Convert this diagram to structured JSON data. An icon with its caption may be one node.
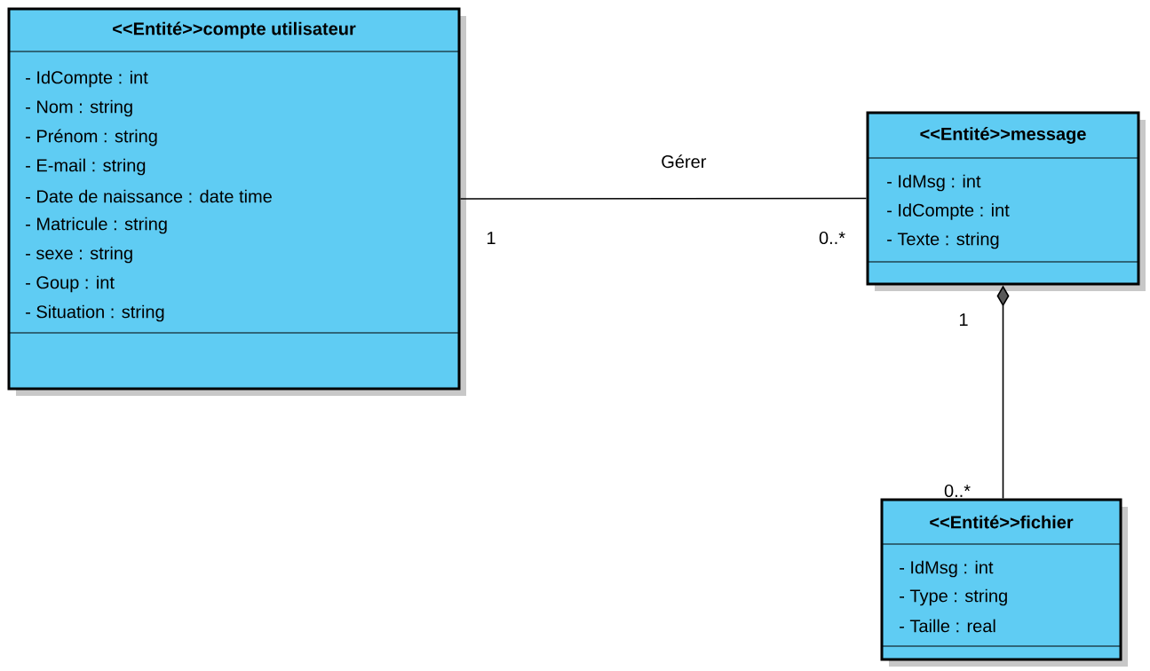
{
  "diagram": {
    "nodes": [
      {
        "text": [
          "<<Entité>>compte utilisateur",
          "- IdCompte : int",
          "- Nom : string",
          "- Prénom : string",
          "- E-mail : string",
          "- Date de naissance : date time",
          "- Matricule : string",
          "- sexe : string",
          "- Goup : int",
          "- Situation : string"
        ]
      },
      {
        "text": [
          "<<Entité>>message",
          "- IdMsg : int",
          "- IdCompte : int",
          "- Texte : string"
        ]
      },
      {
        "text": [
          "<<Entité>>fichier",
          "- IdMsg : int",
          "- Type : string",
          "- Taille : real"
        ]
      }
    ],
    "edges": [
      {
        "from": 0,
        "to": 1,
        "arrow": "none",
        "label": "Gérer"
      },
      {
        "from": 1,
        "to": 2,
        "arrow": "other"
      }
    ],
    "labels": [
      "1",
      "0..*",
      "1",
      "0..*"
    ]
  }
}
